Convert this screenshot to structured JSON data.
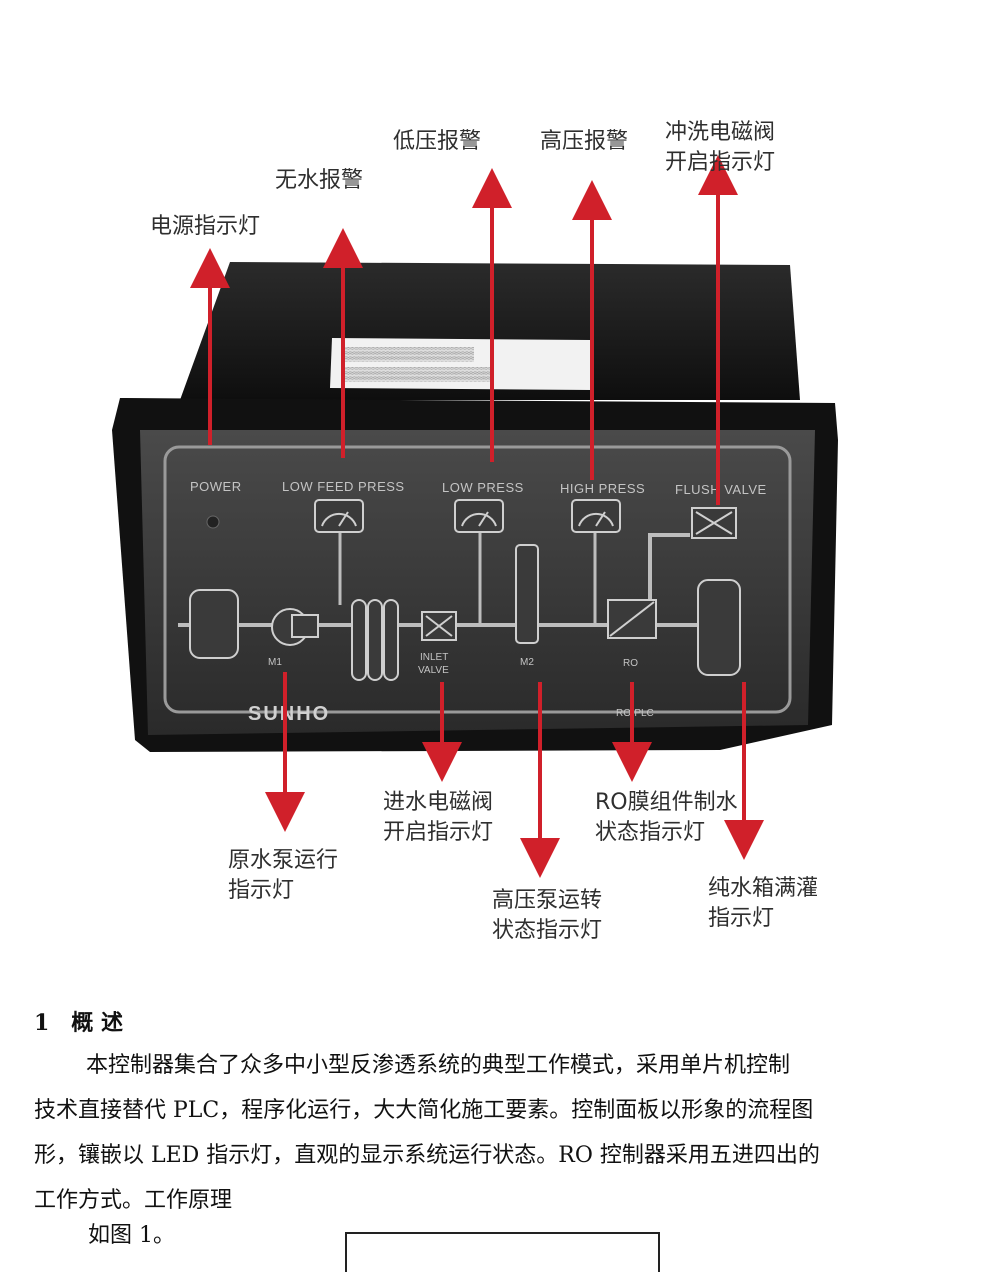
{
  "callouts": {
    "power": "电源指示灯",
    "no_water": "无水报警",
    "low_press": "低压报警",
    "high_press": "高压报警",
    "flush_valve": [
      "冲洗电磁阀",
      "开启指示灯"
    ],
    "raw_pump": [
      "原水泵运行",
      "指示灯"
    ],
    "inlet_valve": [
      "进水电磁阀",
      "开启指示灯"
    ],
    "hp_pump": [
      "高压泵运转",
      "状态指示灯"
    ],
    "ro_status": [
      "RO膜组件制水",
      "状态指示灯"
    ],
    "tank_full": [
      "纯水箱满灌",
      "指示灯"
    ]
  },
  "panel": {
    "labels": {
      "power": "POWER",
      "low_feed": "LOW FEED PRESS",
      "low_press": "LOW PRESS",
      "high_press": "HIGH PRESS",
      "flush": "FLUSH VALVE",
      "m1": "M1",
      "inlet": [
        "INLET",
        "VALVE"
      ],
      "m2": "M2",
      "ro": "RO"
    },
    "brand": "SUNHO",
    "model": "RO-PLC"
  },
  "colors": {
    "arrow": "#d0202a",
    "panel_body": "#1a1a1a",
    "panel_face": "#3a3a3a"
  },
  "document": {
    "heading": "1　概 述",
    "lines": [
      "本控制器集合了众多中小型反渗透系统的典型工作模式，采用单片机控制",
      "技术直接替代 PLC，程序化运行，大大简化施工要素。控制面板以形象的流程图",
      "形，镶嵌以 LED 指示灯，直观的显示系统运行状态。RO 控制器采用五进四出的",
      "工作方式。工作原理"
    ],
    "caption": "如图 1。"
  }
}
